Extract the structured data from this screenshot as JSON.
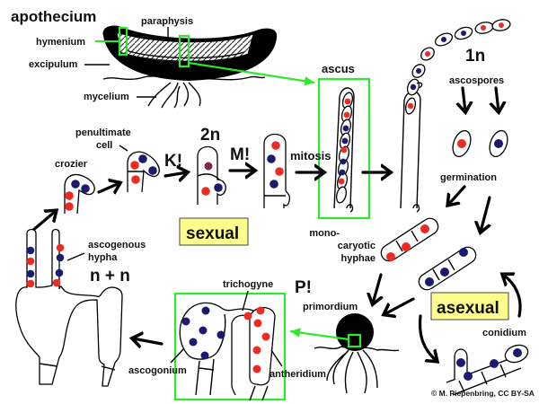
{
  "colors": {
    "nucleus_a": "#ee2a22",
    "nucleus_b": "#1c1a6e",
    "highlight": "#2ee82e",
    "label_box": "#fdfd8c",
    "ink": "#000000"
  },
  "labels": {
    "apothecium": "apothecium",
    "paraphysis": "paraphysis",
    "hymenium": "hymenium",
    "excipulum": "excipulum",
    "mycelium": "mycelium",
    "ascus": "ascus",
    "one_n": "1n",
    "ascospores": "ascospores",
    "germination": "germination",
    "penultimate_cell_1": "penultimate",
    "penultimate_cell_2": "cell",
    "crozier": "crozier",
    "two_n": "2n",
    "k": "K!",
    "m": "M!",
    "mitosis": "mitosis",
    "sexual": "sexual",
    "asexual": "asexual",
    "ascogenous_hypha_1": "ascogenous",
    "ascogenous_hypha_2": "hypha",
    "n_plus_n": "n + n",
    "trichogyne": "trichogyne",
    "ascogonium": "ascogonium",
    "antheridium": "antheridium",
    "p": "P!",
    "primordium": "primordium",
    "monocaryotic_1": "mono-",
    "monocaryotic_2": "caryotic",
    "monocaryotic_3": "hyphae",
    "conidium": "conidium",
    "copyright": "© M. Piepenbring, CC BY-SA"
  }
}
